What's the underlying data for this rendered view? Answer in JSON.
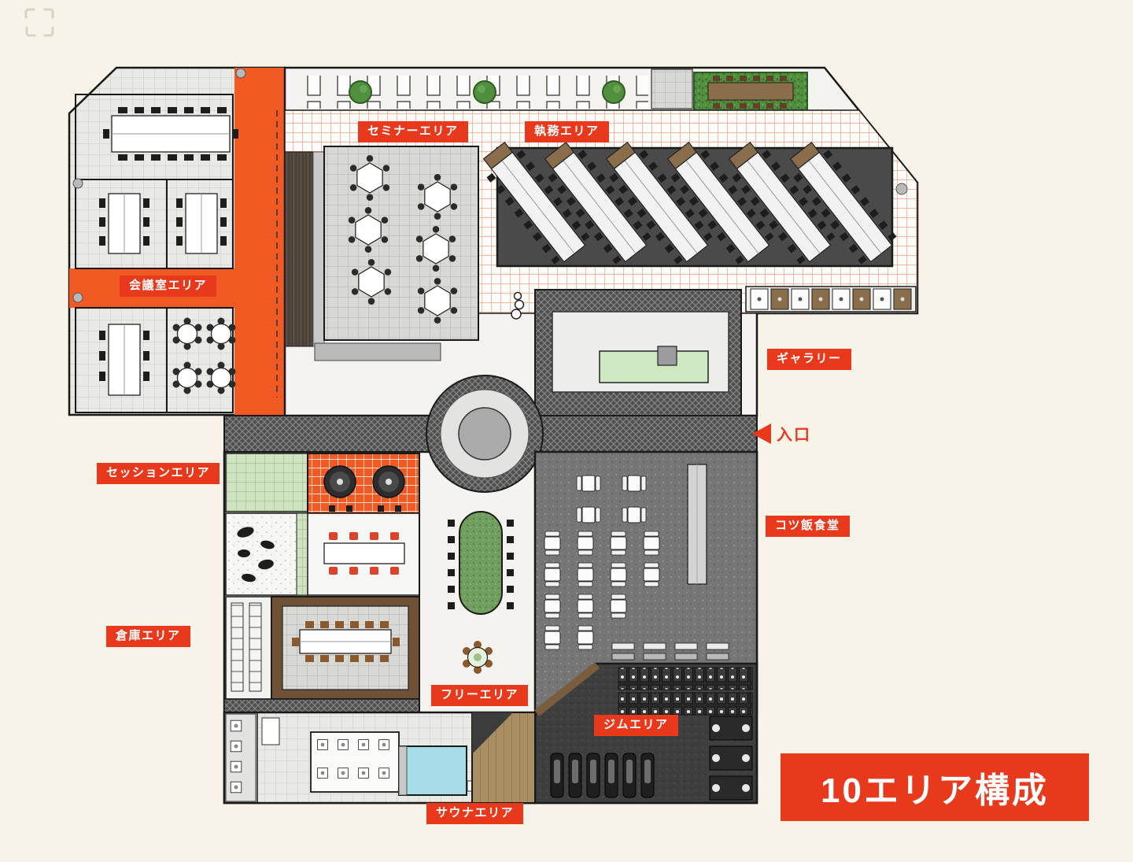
{
  "page": {
    "background": "#f7f3e8"
  },
  "colors": {
    "label_red": "#e8391d",
    "corridor_orange": "#f15a22"
  },
  "labels": {
    "seminar": "セミナーエリア",
    "work": "執務エリア",
    "meeting": "会議室エリア",
    "gallery": "ギャラリー",
    "entrance": "入口",
    "session": "セッションエリア",
    "dining": "コツ飯食堂",
    "storage": "倉庫エリア",
    "free": "フリーエリア",
    "gym": "ジムエリア",
    "sauna": "サウナエリア"
  },
  "title": {
    "text": "10エリア構成"
  }
}
